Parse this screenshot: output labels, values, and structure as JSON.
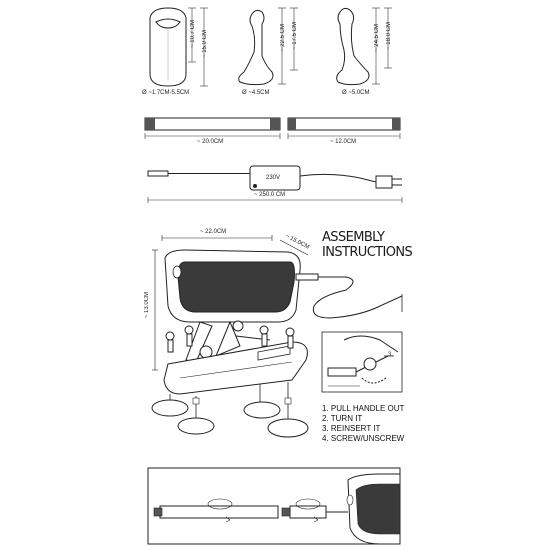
{
  "products": {
    "masturbator": {
      "dia": "Ø ~1.7CM-5.5CM",
      "h1": "~ 10.7 CM",
      "h2": "~ 15.0 CM"
    },
    "dildo_small": {
      "dia": "Ø ~4.5CM",
      "h1": "~ 22.5 CM",
      "h2": "~ 17.5 CM"
    },
    "dildo_large": {
      "dia": "Ø ~5.0CM",
      "h1": "~ 24.5 CM",
      "h2": "~ 18.0 CM"
    }
  },
  "rods": {
    "long": "~ 20.0CM",
    "short": "~ 12.0CM"
  },
  "cable": {
    "voltage": "230V",
    "length": "~ 250.0 CM"
  },
  "machine": {
    "width": "~ 22.0CM",
    "depth": "~ 15.0CM",
    "height": "~ 13.0CM"
  },
  "assembly": {
    "title_line1": "ASSEMBLY",
    "title_line2": "INSTRUCTIONS",
    "steps": [
      "1. PULL HANDLE OUT",
      "2. TURN IT",
      "3. REINSERT IT",
      "4. SCREW/UNSCREW"
    ],
    "detail_label": "3."
  }
}
